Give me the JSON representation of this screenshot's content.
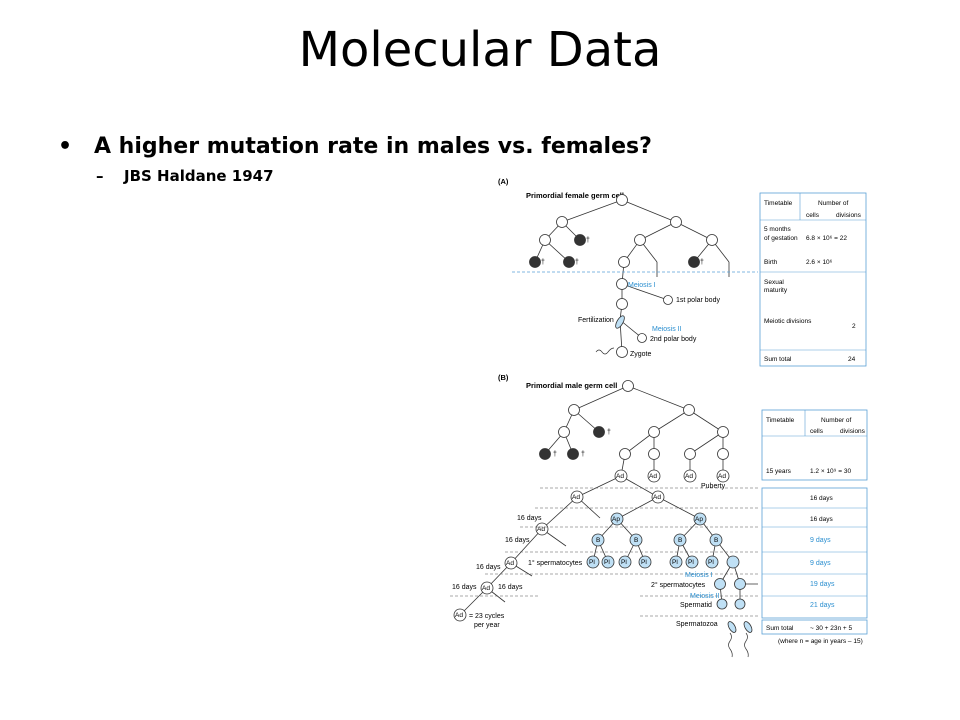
{
  "slide": {
    "title": "Molecular Data",
    "bullet": "A higher mutation rate in males vs. females?",
    "bullet_marker": "•",
    "sub_bullet": "JBS Haldane 1947",
    "sub_marker": "–"
  },
  "figure": {
    "panel_a": {
      "label": "(A)",
      "root_label": "Primordial female germ cell",
      "dagger": "†",
      "meiosis1": "Meiosis I",
      "first_polar": "1st polar body",
      "fertilization": "Fertilization",
      "meiosis2": "Meiosis II",
      "second_polar": "2nd polar body",
      "zygote": "Zygote",
      "table": {
        "col1": "Timetable",
        "col2": "Number of",
        "sub_cells": "cells",
        "sub_divisions": "divisions",
        "row1_label1": "5 months",
        "row1_label2": "of gestation",
        "row1_value": "6.8 × 10⁶ = 22",
        "row2_label": "Birth",
        "row2_value": "2.6 × 10⁶",
        "row3_label1": "Sexual",
        "row3_label2": "maturity",
        "row4_label": "Meiotic divisions",
        "row4_value": "2",
        "row5_label": "Sum total",
        "row5_value": "24"
      }
    },
    "panel_b": {
      "label": "(B)",
      "root_label": "Primordial male germ cell",
      "dagger": "†",
      "ad": "Ad",
      "ap": "Ap",
      "b": "B",
      "pl": "Pl",
      "puberty": "Puberty",
      "days16": "16 days",
      "spermatocytes1": "1° spermatocytes",
      "spermatocytes2": "2° spermatocytes",
      "meiosis1": "Meiosis I",
      "meiosis2": "Meiosis II",
      "spermatid": "Spermatid",
      "spermatozoa": "Spermatozoa",
      "cycles1": "= 23 cycles",
      "cycles2": "per year",
      "table": {
        "col1": "Timetable",
        "col2": "Number of",
        "sub_cells": "cells",
        "sub_divisions": "divisions",
        "row1_label": "15 years",
        "row1_value": "1.2 × 10⁹ = 30",
        "rows_right": [
          "16 days",
          "16 days",
          "9 days",
          "9 days",
          "19 days",
          "21 days"
        ],
        "sum_label": "Sum total",
        "sum_value": "~ 30 + 23n + 5",
        "note": "(where n = age in years – 15)"
      }
    }
  }
}
